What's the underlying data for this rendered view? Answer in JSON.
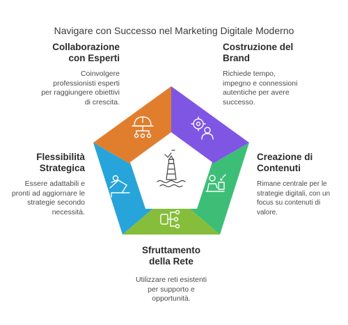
{
  "title": "Navigare con Successo nel Marketing Digitale Moderno",
  "sections": {
    "collaborazione": {
      "heading": [
        "Collaborazione",
        "con Esperti"
      ],
      "text": [
        "Coinvolgere",
        "professionisti esperti",
        "per raggiungere obiettivi",
        "di crescita."
      ],
      "color": "#E07E2E",
      "icon": "helmet-network-icon"
    },
    "costruzione": {
      "heading": [
        "Costruzione del",
        "Brand"
      ],
      "text": [
        "Richiede tempo,",
        "impegno e connessioni",
        "autentiche per avere",
        "successo."
      ],
      "color": "#7F55E4",
      "icon": "gear-person-icon"
    },
    "creazione": {
      "heading": [
        "Creazione di",
        "Contenuti"
      ],
      "text": [
        "Rimane centrale per le",
        "strategie digitali, con un",
        "focus su contenuti di",
        "valore."
      ],
      "color": "#3DBE77",
      "icon": "writer-icon"
    },
    "sfruttamento": {
      "heading": [
        "Sfruttamento",
        "della Rete"
      ],
      "text": [
        "Utilizzare reti esistenti",
        "per supporto e",
        "opportunità."
      ],
      "color": "#86BD3A",
      "icon": "network-hub-icon"
    },
    "flessibilita": {
      "heading": [
        "Flessibilità",
        "Strategica"
      ],
      "text": [
        "Essere adattabili e",
        "pronti ad aggiornare le",
        "strategie secondo",
        "necessità."
      ],
      "color": "#27A4DA",
      "icon": "stretching-person-icon"
    }
  },
  "center_icon": "lighthouse-icon"
}
